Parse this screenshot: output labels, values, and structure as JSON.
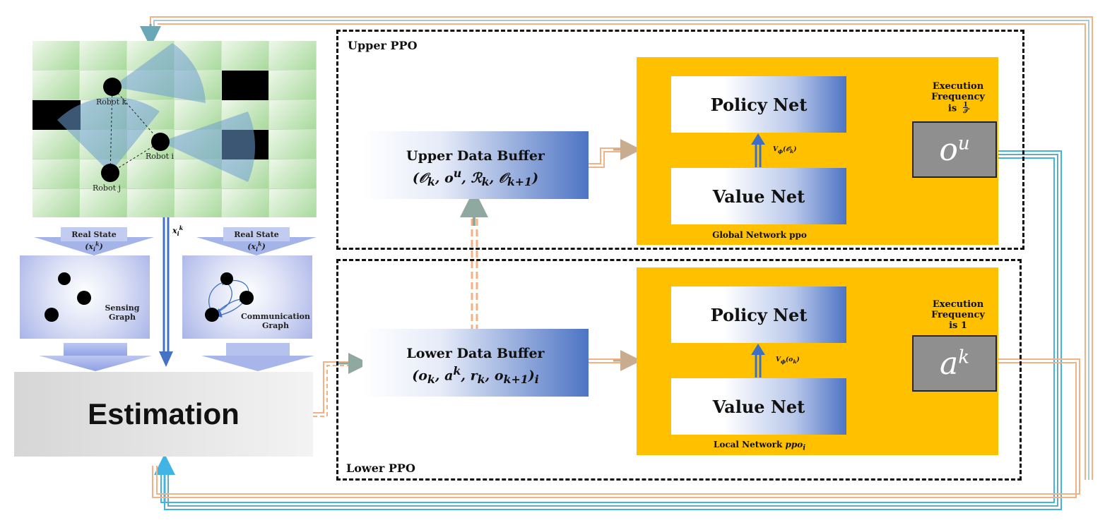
{
  "robots": {
    "k": {
      "label": "Robot k"
    },
    "i": {
      "label": "Robot i"
    },
    "j": {
      "label": "Robot j"
    }
  },
  "state_arrow_label": "x_i^k",
  "real_state": {
    "label": "Real State",
    "symbol": "(x_i^k)"
  },
  "sensing_graph": {
    "label_line1": "Sensing",
    "label_line2": "Graph"
  },
  "communication_graph": {
    "label_line1": "Communication",
    "label_line2": "Graph"
  },
  "estimation": {
    "label": "Estimation"
  },
  "upper": {
    "title": "Upper PPO",
    "buffer_title": "Upper Data Buffer",
    "buffer_tuple": "(𝒪_k, o^u, ℛ_k, 𝒪_{k+1})",
    "policy_net": "Policy Net",
    "value_net": "Value Net",
    "value_fn": "V_ϕ(𝒪_k)",
    "network_label": "Global Network ppo",
    "freq_line1": "Execution",
    "freq_line2": "Frequency",
    "freq_line3": "is",
    "freq_value": "1/𝒯",
    "output": "o^u"
  },
  "lower": {
    "title": "Lower PPO",
    "buffer_title": "Lower Data Buffer",
    "buffer_tuple": "(o_k, a^k, r_k, o_{k+1})_i",
    "policy_net": "Policy Net",
    "value_net": "Value Net",
    "value_fn": "V_ϕ(o_k)",
    "network_label": "Local Network ppo_i",
    "freq_line1": "Execution",
    "freq_line2": "Frequency",
    "freq_line3": "is 1",
    "output": "a^k"
  },
  "colors": {
    "gold": "#ffc000",
    "blue_arrow": "#4472c4",
    "orange_arrow": "#f4b183",
    "cyan_arrow": "#3fb4e5",
    "output_box": "#8f8f8f"
  }
}
